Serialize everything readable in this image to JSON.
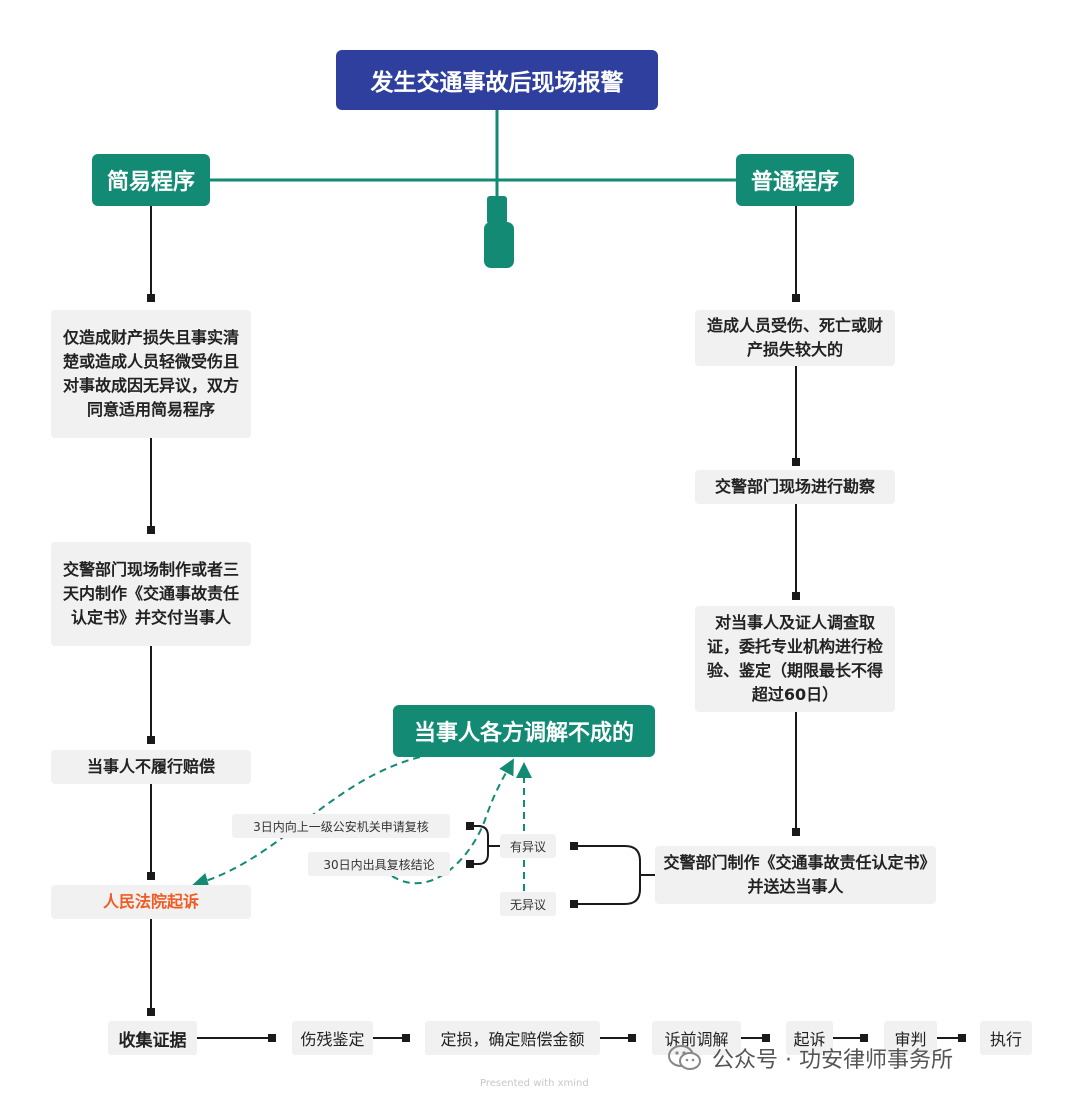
{
  "root": "发生交通事故后现场报警",
  "left": {
    "title": "简易程序",
    "steps": [
      "仅造成财产损失且事实清楚或造成人员轻微受伤且对事故成因无异议，双方同意适用简易程序",
      "交警部门现场制作或者三天内制作《交通事故责任认定书》并交付当事人",
      "当事人不履行赔偿",
      "人民法院起诉"
    ]
  },
  "right": {
    "title": "普通程序",
    "steps": [
      "造成人员受伤、死亡或财产损失较大的",
      "交警部门现场进行勘察",
      "对当事人及证人调查取证，委托专业机构进行检验、鉴定（期限最长不得超过60日）",
      "交警部门制作《交通事故责任认定书》并送达当事人"
    ]
  },
  "mediation": "当事人各方调解不成的",
  "branches": {
    "objection": "有异议",
    "no_objection": "无异议",
    "review_apply": "3日内向上一级公安机关申请复核",
    "review_result": "30日内出具复核结论"
  },
  "bottom": [
    "收集证据",
    "伤残鉴定",
    "定损，确定赔偿金额",
    "诉前调解",
    "起诉",
    "审判",
    "执行"
  ],
  "watermark": "公众号 · 功安律师事务所",
  "presented": "Presented with xmind",
  "colors": {
    "root": "#2f3f9e",
    "green": "#128a74",
    "accent": "#f15a22",
    "line": "#1a1a1a"
  }
}
